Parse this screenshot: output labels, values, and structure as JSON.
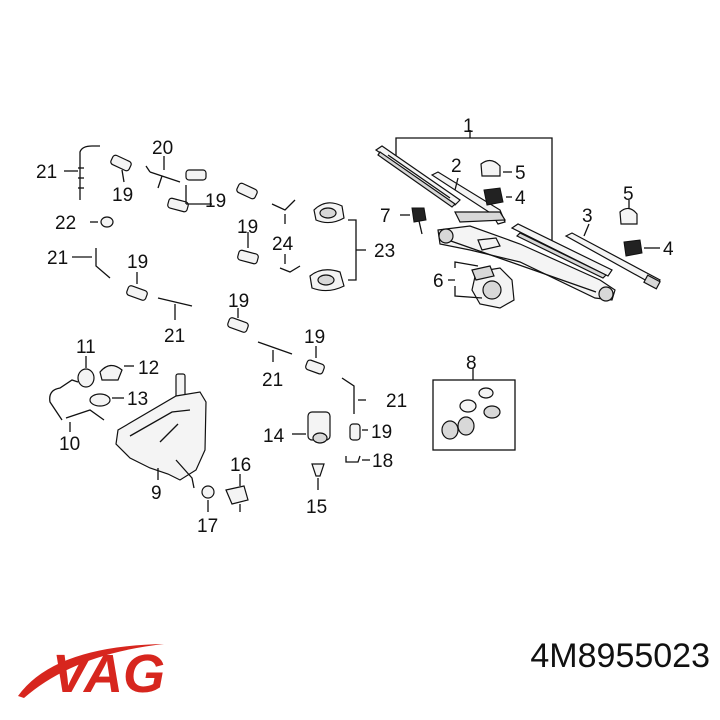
{
  "callouts": [
    {
      "id": "c1",
      "label": "1"
    },
    {
      "id": "c2",
      "label": "2"
    },
    {
      "id": "c3",
      "label": "3"
    },
    {
      "id": "c4a",
      "label": "4"
    },
    {
      "id": "c4b",
      "label": "4"
    },
    {
      "id": "c5a",
      "label": "5"
    },
    {
      "id": "c5b",
      "label": "5"
    },
    {
      "id": "c6",
      "label": "6"
    },
    {
      "id": "c7",
      "label": "7"
    },
    {
      "id": "c8",
      "label": "8"
    },
    {
      "id": "c9",
      "label": "9"
    },
    {
      "id": "c10",
      "label": "10"
    },
    {
      "id": "c11",
      "label": "11"
    },
    {
      "id": "c12",
      "label": "12"
    },
    {
      "id": "c13",
      "label": "13"
    },
    {
      "id": "c14",
      "label": "14"
    },
    {
      "id": "c15",
      "label": "15"
    },
    {
      "id": "c16",
      "label": "16"
    },
    {
      "id": "c17",
      "label": "17"
    },
    {
      "id": "c18",
      "label": "18"
    },
    {
      "id": "c19a",
      "label": "19"
    },
    {
      "id": "c19b",
      "label": "19"
    },
    {
      "id": "c19c",
      "label": "19"
    },
    {
      "id": "c19d",
      "label": "19"
    },
    {
      "id": "c19e",
      "label": "19"
    },
    {
      "id": "c19f",
      "label": "19"
    },
    {
      "id": "c19g",
      "label": "19"
    },
    {
      "id": "c20",
      "label": "20"
    },
    {
      "id": "c21a",
      "label": "21"
    },
    {
      "id": "c21b",
      "label": "21"
    },
    {
      "id": "c21c",
      "label": "21"
    },
    {
      "id": "c21d",
      "label": "21"
    },
    {
      "id": "c21e",
      "label": "21"
    },
    {
      "id": "c22",
      "label": "22"
    },
    {
      "id": "c23",
      "label": "23"
    },
    {
      "id": "c24",
      "label": "24"
    }
  ],
  "brand": {
    "logo_text": "VAG",
    "logo_color": "#d7261e"
  },
  "part_number": "4M8955023"
}
